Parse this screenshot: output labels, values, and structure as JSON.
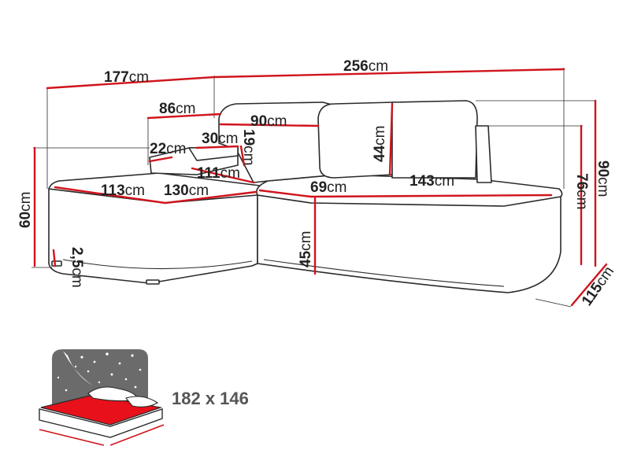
{
  "colors": {
    "measure_line": "#d0141c",
    "outline": "#2a2a2a",
    "text": "#222222",
    "bed_fill": "#e8101a",
    "night_panel": "#6b6b6b"
  },
  "dimensions": {
    "total_left_width": "177",
    "total_right_width": "256",
    "backrest_left": "86",
    "backrest_mid": "90",
    "armrest_width": "30",
    "armrest_height": "19",
    "armrest_side": "22",
    "seat_depth_chaise_top": "111",
    "chaise_length": "113",
    "chaise_inner": "130",
    "seat_depth": "69",
    "seat_width": "143",
    "cushion_height": "44",
    "chaise_height": "60",
    "leg_height": "2,5",
    "seat_height": "45",
    "back_height": "76",
    "total_height": "90",
    "depth": "115"
  },
  "unit": "cm",
  "bed": {
    "label": "182 x 146",
    "icon": "sleeping-area-icon"
  }
}
